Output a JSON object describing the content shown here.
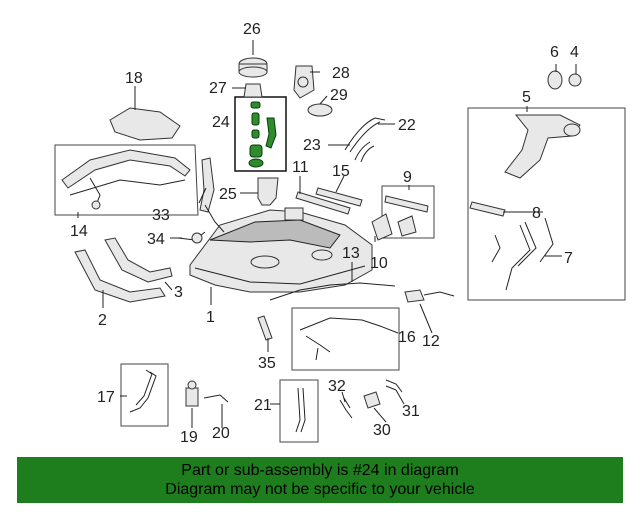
{
  "callouts": [
    {
      "id": "c1",
      "label": "1"
    },
    {
      "id": "c2",
      "label": "2"
    },
    {
      "id": "c3",
      "label": "3"
    },
    {
      "id": "c4",
      "label": "4"
    },
    {
      "id": "c5",
      "label": "5"
    },
    {
      "id": "c6",
      "label": "6"
    },
    {
      "id": "c7",
      "label": "7"
    },
    {
      "id": "c8",
      "label": "8"
    },
    {
      "id": "c9",
      "label": "9"
    },
    {
      "id": "c10",
      "label": "10"
    },
    {
      "id": "c11",
      "label": "11"
    },
    {
      "id": "c12",
      "label": "12"
    },
    {
      "id": "c13",
      "label": "13"
    },
    {
      "id": "c14",
      "label": "14"
    },
    {
      "id": "c15",
      "label": "15"
    },
    {
      "id": "c16",
      "label": "16"
    },
    {
      "id": "c17",
      "label": "17"
    },
    {
      "id": "c18",
      "label": "18"
    },
    {
      "id": "c19",
      "label": "19"
    },
    {
      "id": "c20",
      "label": "20"
    },
    {
      "id": "c21",
      "label": "21"
    },
    {
      "id": "c22",
      "label": "22"
    },
    {
      "id": "c23",
      "label": "23"
    },
    {
      "id": "c24",
      "label": "24"
    },
    {
      "id": "c25",
      "label": "25"
    },
    {
      "id": "c26",
      "label": "26"
    },
    {
      "id": "c27",
      "label": "27"
    },
    {
      "id": "c28",
      "label": "28"
    },
    {
      "id": "c29",
      "label": "29"
    },
    {
      "id": "c30",
      "label": "30"
    },
    {
      "id": "c31",
      "label": "31"
    },
    {
      "id": "c32",
      "label": "32"
    },
    {
      "id": "c33",
      "label": "33"
    },
    {
      "id": "c34",
      "label": "34"
    },
    {
      "id": "c35",
      "label": "35"
    }
  ],
  "banner": {
    "line1": "Part or sub-assembly is #24 in diagram",
    "line2": "Diagram may not be specific to your vehicle",
    "background": "#1e7e1e"
  },
  "highlight_color": "#2e8b2e"
}
